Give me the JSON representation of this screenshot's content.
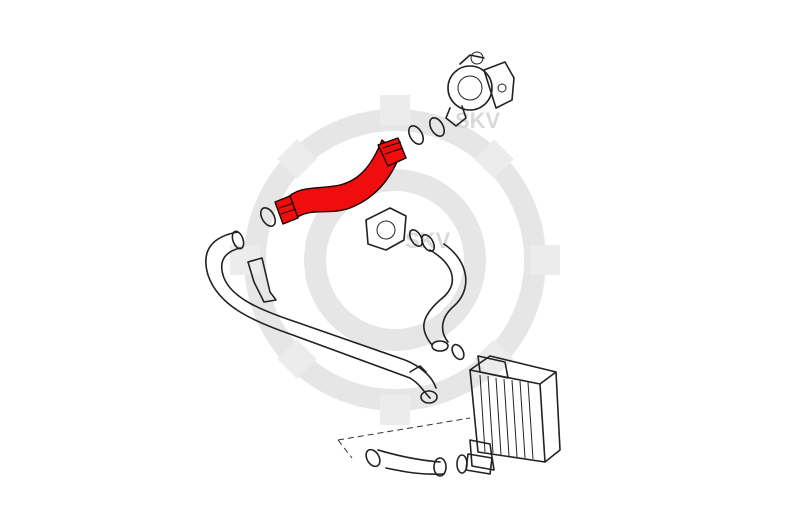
{
  "diagram": {
    "highlight_color": "#f00d0d",
    "line_color": "#222222",
    "background_color": "#ffffff",
    "watermark": {
      "icon": "gear-logo-watermark",
      "text_top": "SKV",
      "text_mid": "SKV"
    },
    "parts": [
      {
        "id": "turbocharger",
        "icon": "turbocharger-icon"
      },
      {
        "id": "charge-air-hose-highlighted",
        "icon": "hose-icon",
        "highlighted": true
      },
      {
        "id": "intake-pipe-long",
        "icon": "pipe-icon"
      },
      {
        "id": "throttle-housing",
        "icon": "throttle-icon"
      },
      {
        "id": "intercooler-hose-upper",
        "icon": "hose-icon"
      },
      {
        "id": "intercooler",
        "icon": "intercooler-icon"
      },
      {
        "id": "intercooler-hose-lower",
        "icon": "hose-icon"
      },
      {
        "id": "hose-clamps",
        "icon": "clamp-icon"
      }
    ]
  }
}
